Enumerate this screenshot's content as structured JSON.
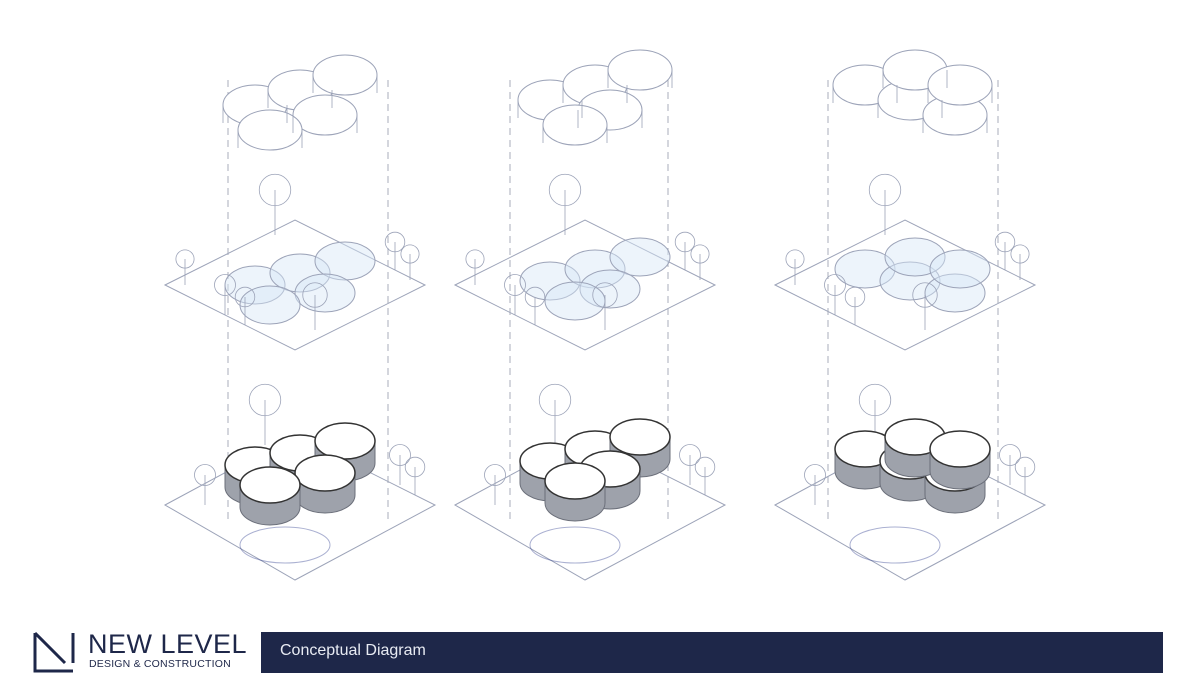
{
  "diagram": {
    "columns": [
      {
        "id": "scheme-1"
      },
      {
        "id": "scheme-2"
      },
      {
        "id": "scheme-3"
      }
    ],
    "colors": {
      "line": "#9ca3b8",
      "dash": "#a9aebb",
      "glass": "#d8e6f7",
      "wall": "#6b6f7a",
      "accent": "#2b3a8c"
    }
  },
  "footer": {
    "brand": "NEW LEVEL",
    "tagline": "DESIGN & CONSTRUCTION",
    "title": "Conceptual Diagram",
    "banner_color": "#1e2749"
  }
}
